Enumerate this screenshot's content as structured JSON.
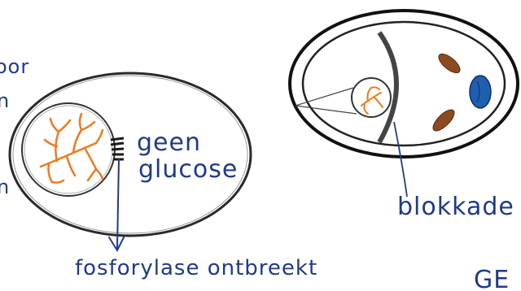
{
  "labels": {
    "geen": "geen",
    "glucose": "glucose",
    "fosforylase": "fosforylase ontbreekt",
    "blokkade": "blokkade",
    "corner": "GE",
    "edge_1": "oor",
    "edge_2": "n",
    "edge_3": "n"
  },
  "colors": {
    "pencil": "#1a1a1a",
    "ink": "#1f3a8a",
    "glycogen": "#f07a1e",
    "organelle_brown": "#8b4a1f",
    "organelle_blue": "#1e5fb0"
  }
}
